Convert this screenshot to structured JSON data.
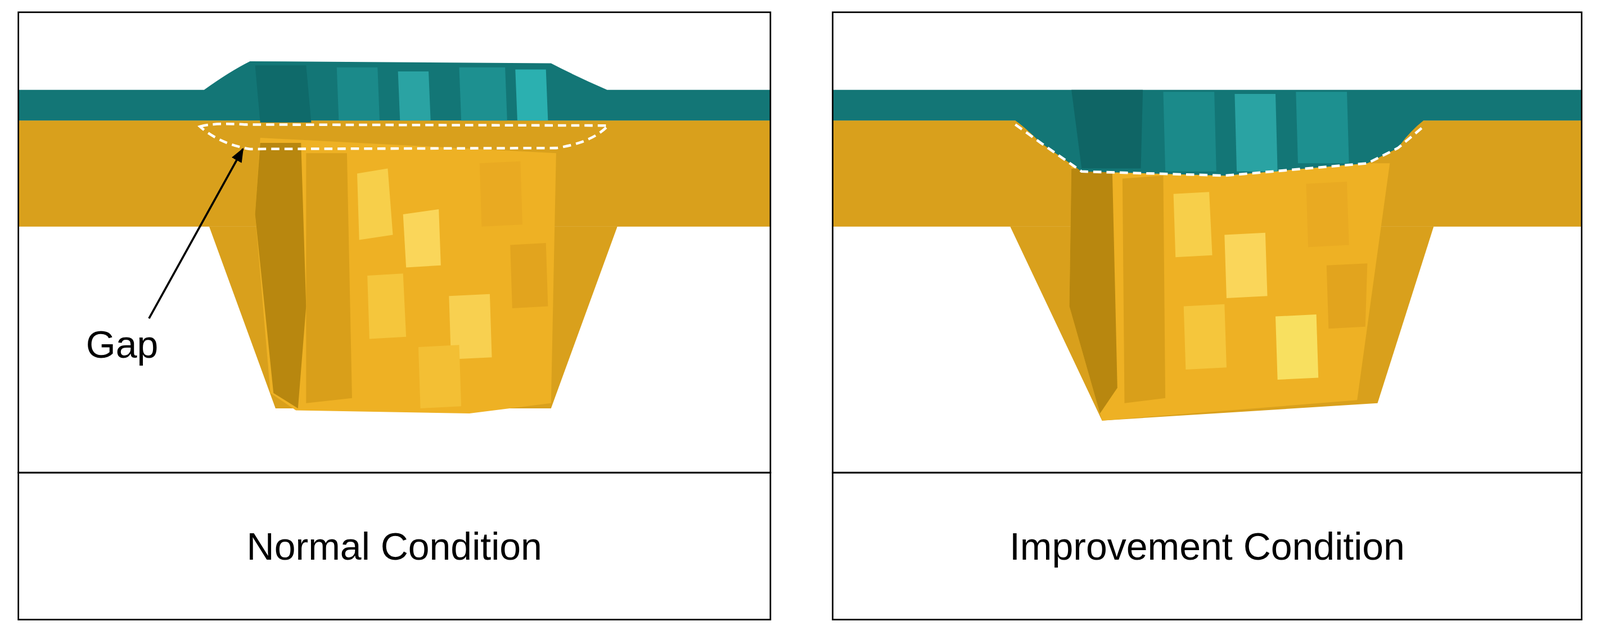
{
  "diagram": {
    "nodes": [
      {
        "text": [
          "Normal Condition"
        ]
      },
      {
        "text": [
          "Improvement Condition"
        ]
      }
    ],
    "labels": [
      "Gap"
    ]
  }
}
